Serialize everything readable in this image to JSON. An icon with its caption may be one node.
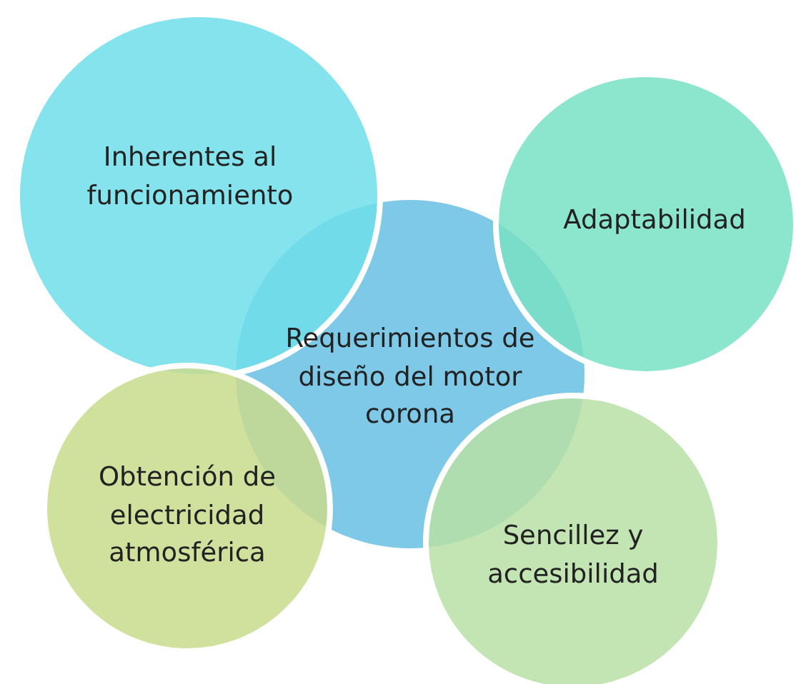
{
  "diagram": {
    "nodes": [
      {
        "text": [
          "Inherentes al funcionamiento"
        ]
      },
      {
        "text": [
          "Adaptabilidad"
        ]
      },
      {
        "text": [
          "Requerimientos de diseño del motor corona"
        ]
      },
      {
        "text": [
          "Obtención de electricidad atmosférica"
        ]
      },
      {
        "text": [
          "Sencillez y accesibilidad"
        ]
      }
    ]
  }
}
